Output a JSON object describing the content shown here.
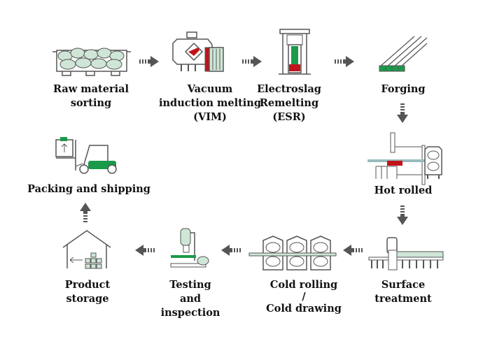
{
  "colors": {
    "line": "#555555",
    "green": "#1a9a4a",
    "pale_green": "#cfe6d6",
    "red": "#c0141b",
    "arrow": "#555555"
  },
  "steps": [
    {
      "id": "raw",
      "lines": [
        "Raw material",
        "sorting"
      ],
      "icon": "ore-bin-icon"
    },
    {
      "id": "vim",
      "lines": [
        "Vacuum",
        "induction melting",
        "(VIM)"
      ],
      "icon": "vacuum-furnace-icon"
    },
    {
      "id": "esr",
      "lines": [
        "Electroslag",
        "Remelting",
        "(ESR)"
      ],
      "icon": "esr-furnace-icon"
    },
    {
      "id": "forging",
      "lines": [
        "Forging"
      ],
      "icon": "forged-bars-icon"
    },
    {
      "id": "hot",
      "lines": [
        "Hot rolled"
      ],
      "icon": "hot-rolling-mill-icon"
    },
    {
      "id": "surface",
      "lines": [
        "Surface",
        "treatment"
      ],
      "icon": "surface-treatment-icon"
    },
    {
      "id": "cold",
      "lines": [
        "Cold rolling",
        "/",
        "Cold drawing"
      ],
      "icon": "cold-rolling-mill-icon"
    },
    {
      "id": "testing",
      "lines": [
        "Testing",
        "and",
        "inspection"
      ],
      "icon": "microscope-icon"
    },
    {
      "id": "storage",
      "lines": [
        "Product",
        "storage"
      ],
      "icon": "warehouse-icon"
    },
    {
      "id": "packing",
      "lines": [
        "Packing and shipping"
      ],
      "icon": "forklift-icon"
    }
  ]
}
